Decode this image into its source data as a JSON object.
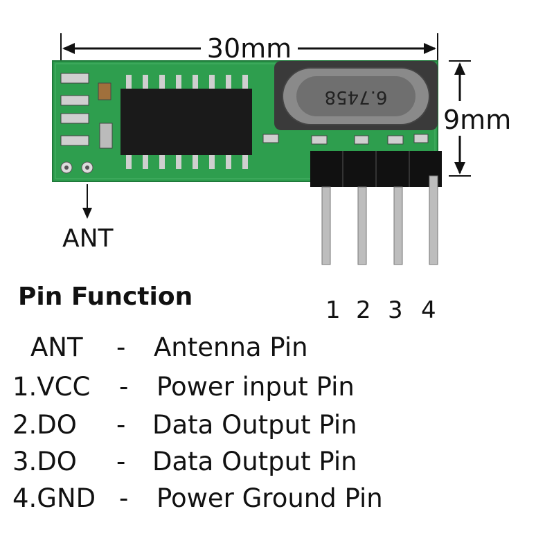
{
  "dimensions": {
    "width": "30mm",
    "height": "9mm"
  },
  "antenna_label": "ANT",
  "crystal_marking": "6.7458",
  "pin_numbers": [
    "1",
    "2",
    "3",
    "4"
  ],
  "pin_function": {
    "heading": "Pin Function",
    "rows": [
      {
        "pin": "ANT",
        "dash": "-",
        "desc": "Antenna Pin"
      },
      {
        "pin": "1.VCC",
        "dash": "-",
        "desc": "Power input Pin"
      },
      {
        "pin": "2.DO",
        "dash": "-",
        "desc": "Data Output Pin"
      },
      {
        "pin": "3.DO",
        "dash": "-",
        "desc": "Data Output Pin"
      },
      {
        "pin": "4.GND",
        "dash": "-",
        "desc": "Power Ground Pin"
      }
    ]
  },
  "colors": {
    "pcb": "#2e9e4e",
    "pcb_dark": "#1f7a3a",
    "chip": "#1a1a1a",
    "crystal": "#8a8a8a",
    "pin_metal": "#bdbdbd",
    "header": "#111111"
  }
}
